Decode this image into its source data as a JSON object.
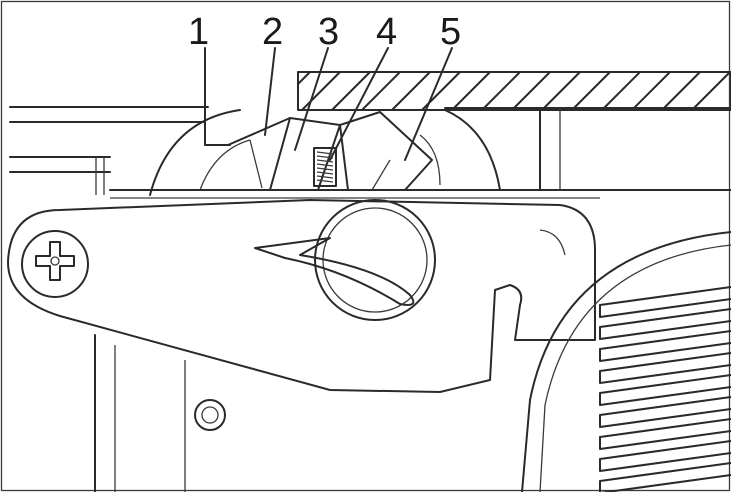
{
  "figure": {
    "callouts": [
      {
        "label": "1"
      },
      {
        "label": "2"
      },
      {
        "label": "3"
      },
      {
        "label": "4"
      },
      {
        "label": "5"
      }
    ]
  },
  "colors": {
    "line": "#2a2a2a",
    "background": "#ffffff"
  }
}
